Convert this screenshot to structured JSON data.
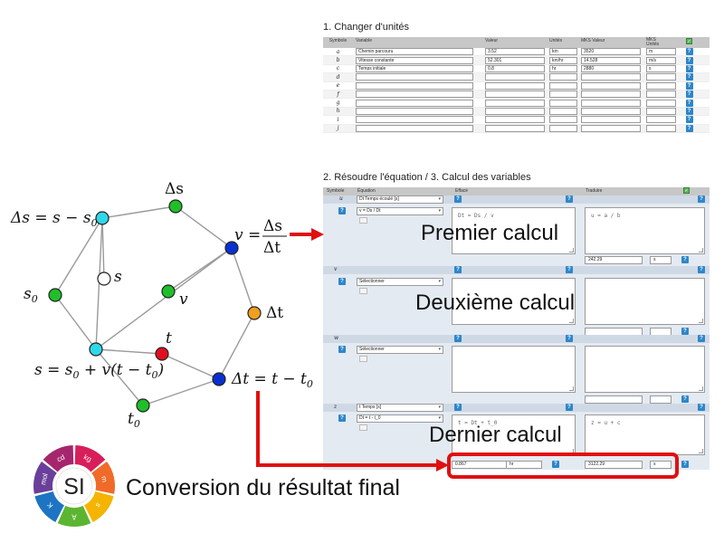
{
  "graph": {
    "labels": {
      "delta_s": "Δs",
      "delta_s_def": "Δs = s − s",
      "delta_s_def_sub": "0",
      "s": "s",
      "s0": "s",
      "s0_sub": "0",
      "v": "v",
      "v_lhs": "v =",
      "v_num": "Δs",
      "v_den": "Δt",
      "delta_t": "Δt",
      "t": "t",
      "t0": "t",
      "t0_sub": "0",
      "s_eq": "s = s",
      "s_eq_mid": " + v(t − t",
      "s_eq_end": ")",
      "s_eq_sub1": "0",
      "s_eq_sub2": "0",
      "dt_eq": "Δt = t − t",
      "dt_eq_sub": "0"
    },
    "colors": {
      "green": "#1fbf2a",
      "cyan": "#2fd8e8",
      "blue": "#0a2fd0",
      "orange": "#f0a020",
      "red": "#e01020",
      "white": "#ffffff",
      "edge": "#9a9a9a",
      "arrow": "#e01010"
    }
  },
  "section1": {
    "title": "1. Changer d'unités",
    "headers": {
      "symbol": "Symbole",
      "variable": "Variable",
      "value": "Valeur",
      "units": "Unités",
      "mks_value": "MKS Valeur",
      "mks_units_1": "MKS",
      "mks_units_2": "Unités"
    },
    "rows": [
      {
        "sym": "a",
        "var": "Chemin parcouru",
        "val": "3.52",
        "unit": "km",
        "mval": "3520",
        "munit": "m"
      },
      {
        "sym": "b",
        "var": "Vitesse constante",
        "val": "52.301",
        "unit": "km/hr",
        "mval": "14.528",
        "munit": "m/s"
      },
      {
        "sym": "c",
        "var": "Temps initiale",
        "val": "0.8",
        "unit": "hr",
        "mval": "2880",
        "munit": "s"
      },
      {
        "sym": "d",
        "var": "",
        "val": "",
        "unit": "",
        "mval": "",
        "munit": ""
      },
      {
        "sym": "e",
        "var": "",
        "val": "",
        "unit": "",
        "mval": "",
        "munit": ""
      },
      {
        "sym": "f",
        "var": "",
        "val": "",
        "unit": "",
        "mval": "",
        "munit": ""
      },
      {
        "sym": "g",
        "var": "",
        "val": "",
        "unit": "",
        "mval": "",
        "munit": ""
      },
      {
        "sym": "h",
        "var": "",
        "val": "",
        "unit": "",
        "mval": "",
        "munit": ""
      },
      {
        "sym": "i",
        "var": "",
        "val": "",
        "unit": "",
        "mval": "",
        "munit": ""
      },
      {
        "sym": "j",
        "var": "",
        "val": "",
        "unit": "",
        "mval": "",
        "munit": ""
      }
    ],
    "help_glyph": "?",
    "check_glyph": "✓"
  },
  "section2": {
    "title": "2. Résoudre l'équation / 3. Calcul des variables",
    "headers": {
      "symbol": "Symbole",
      "equation": "Équation",
      "effacé": "Effacé",
      "traduire": "Traduire"
    },
    "blocks": {
      "u": {
        "sym": "u",
        "select_var": "Dt Temps écoulé [s]",
        "select_eq": "v = Ds / Dt",
        "effacé_text": "Dt = Ds / v",
        "traduire_text": "u = a / b",
        "result_value": "242.29",
        "result_unit": "s"
      },
      "v": {
        "sym": "v",
        "select_eq": "Sélectionner"
      },
      "w": {
        "sym": "w",
        "select_eq": "Sélectionner"
      },
      "z": {
        "sym": "z",
        "select_var": "t Temps [s]",
        "select_eq": "Dt = t - t_0",
        "effacé_text": "t = Dt + t_0",
        "traduire_text": "z = u + c",
        "result_value": "0.867",
        "result_unit": "hr",
        "result_mks_value": "3122.29",
        "result_mks_unit": "s"
      }
    },
    "dropdown_glyph": "▾"
  },
  "captions": {
    "first": "Premier calcul",
    "second": "Deuxième calcul",
    "last": "Dernier calcul",
    "conclusion": "Conversion du résultat final"
  },
  "si_logo": {
    "center": "SI",
    "segments": [
      {
        "label": "kg",
        "color": "#d81e5b"
      },
      {
        "label": "m",
        "color": "#f06a28"
      },
      {
        "label": "s",
        "color": "#f4b400"
      },
      {
        "label": "A",
        "color": "#5cb531"
      },
      {
        "label": "K",
        "color": "#1c74c2"
      },
      {
        "label": "mol",
        "color": "#6a3f9a"
      },
      {
        "label": "cd",
        "color": "#a6266e"
      }
    ]
  }
}
